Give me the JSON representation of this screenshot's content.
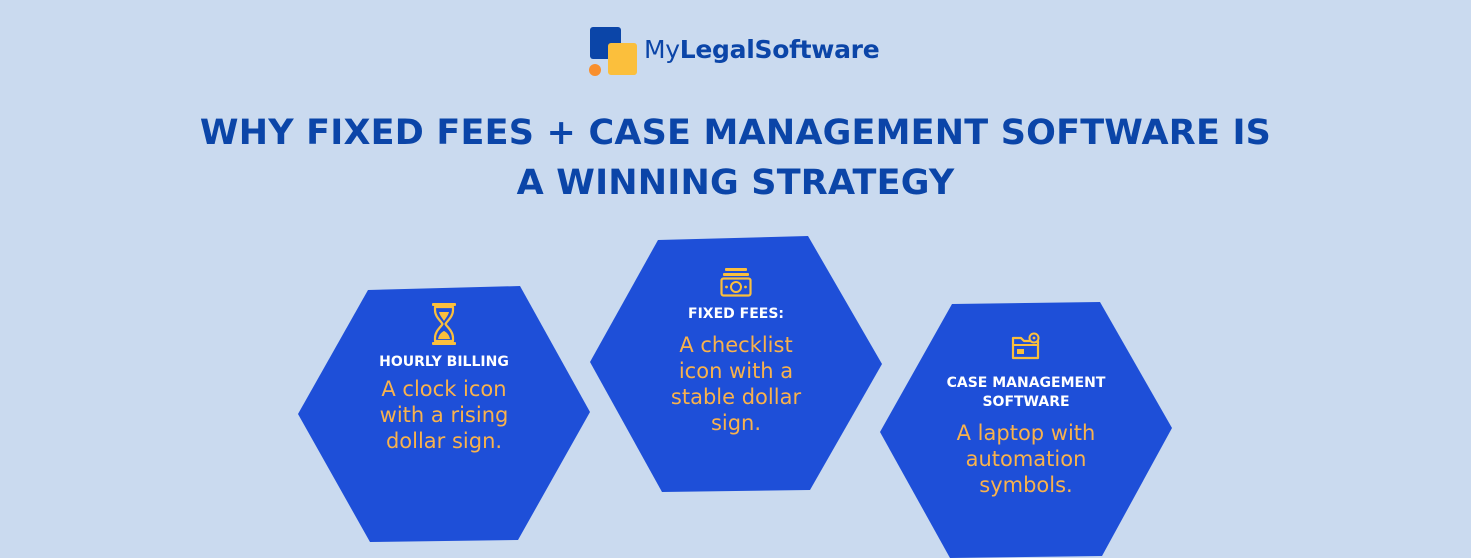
{
  "brand": {
    "name_light": "My",
    "name_bold": "LegalSoftware",
    "colors": {
      "blue": "#0b45a8",
      "orange": "#f98f2d",
      "yellow": "#fbbf3c"
    }
  },
  "title_line1": "WHY FIXED FEES + CASE MANAGEMENT SOFTWARE IS",
  "title_line2": "A WINNING STRATEGY",
  "colors": {
    "background": "#cadaef",
    "hexagon": "#1e4fd8",
    "label": "#ffffff",
    "description": "#f9b24c"
  },
  "cards": [
    {
      "icon": "hourglass-icon",
      "label": "HOURLY BILLING",
      "desc": [
        "A clock icon",
        "with a rising",
        "dollar sign."
      ]
    },
    {
      "icon": "money-stack-icon",
      "label": "FIXED FEES:",
      "desc": [
        "A checklist",
        "icon with a",
        "stable dollar",
        "sign."
      ]
    },
    {
      "icon": "folder-settings-icon",
      "label": [
        "CASE MANAGEMENT",
        "SOFTWARE"
      ],
      "desc": [
        "A laptop with",
        "automation",
        "symbols."
      ]
    }
  ]
}
